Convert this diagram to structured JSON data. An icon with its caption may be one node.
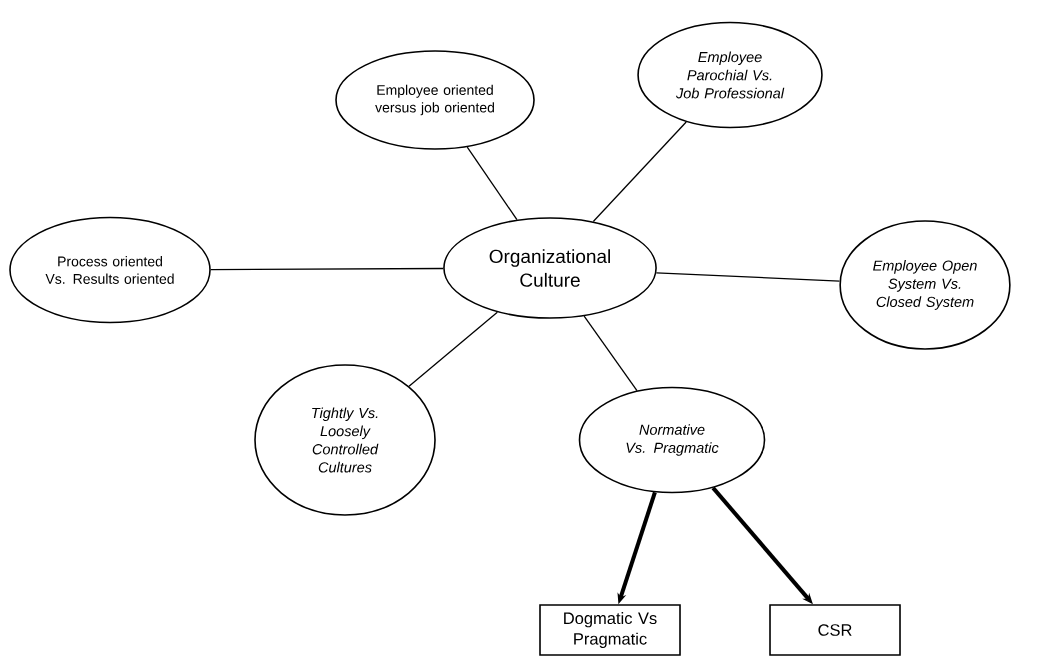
{
  "diagram": {
    "nodes": [
      {
        "text": [
          "Organizational Culture"
        ]
      },
      {
        "text": [
          "Employee oriented versus job oriented"
        ]
      },
      {
        "text": [
          "Employee Parochial Vs. Job Professional"
        ]
      },
      {
        "text": [
          "Process oriented Vs. Results oriented"
        ]
      },
      {
        "text": [
          "Employee Open System Vs. Closed System"
        ]
      },
      {
        "text": [
          "Tightly Vs. Loosely Controlled Cultures"
        ]
      },
      {
        "text": [
          "Normative Vs. Pragmatic"
        ]
      },
      {
        "text": [
          "Dogmatic Vs Pragmatic"
        ]
      },
      {
        "text": [
          "CSR"
        ]
      }
    ],
    "edges": [
      {
        "from": 0,
        "to": 1,
        "arrow": "none"
      },
      {
        "from": 0,
        "to": 2,
        "arrow": "none"
      },
      {
        "from": 0,
        "to": 3,
        "arrow": "none"
      },
      {
        "from": 0,
        "to": 4,
        "arrow": "none"
      },
      {
        "from": 0,
        "to": 5,
        "arrow": "none"
      },
      {
        "from": 0,
        "to": 6,
        "arrow": "none"
      },
      {
        "from": 6,
        "to": 7,
        "arrow": "to",
        "style": "thick"
      },
      {
        "from": 6,
        "to": 8,
        "arrow": "to",
        "style": "thick"
      }
    ]
  }
}
